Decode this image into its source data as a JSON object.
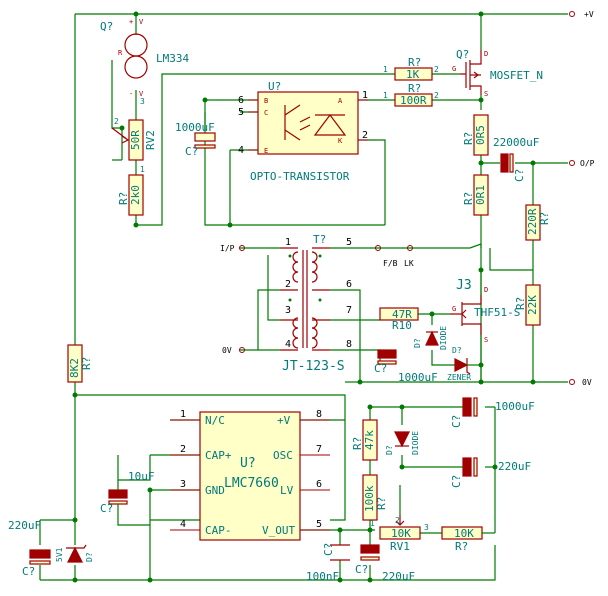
{
  "nets": {
    "vplus": "+V",
    "op": "O/P",
    "zerov": "0V",
    "ip": "I/P",
    "fb": "F/B",
    "lk": "LK"
  },
  "lm334": {
    "ref": "Q?",
    "name": "LM334",
    "p_plus": "+",
    "p_minus": "-",
    "p_r": "R",
    "p_v": "V"
  },
  "rv2": {
    "ref": "RV2",
    "value": "50R",
    "p1": "1",
    "p2": "2",
    "p3": "3"
  },
  "r_top": {
    "ref": "R?",
    "value": "2k0"
  },
  "opto": {
    "ref": "U?",
    "name": "OPTO-TRANSISTOR",
    "pins": [
      "6",
      "5",
      "4",
      "1",
      "2"
    ],
    "letters": [
      "B",
      "C",
      "E",
      "A",
      "K"
    ]
  },
  "c_opto": {
    "ref": "C?",
    "value": "1000uF"
  },
  "r_1k": {
    "ref": "R?",
    "value": "1K",
    "p1": "1",
    "p2": "2"
  },
  "r_100r": {
    "ref": "R?",
    "value": "100R",
    "p1": "1",
    "p2": "2"
  },
  "mosfet": {
    "ref": "Q?",
    "name": "MOSFET_N",
    "g": "G",
    "d": "D",
    "s": "S"
  },
  "r_0r5": {
    "ref": "R?",
    "value": "0R5"
  },
  "r_0r1": {
    "ref": "R?",
    "value": "0R1"
  },
  "c_out": {
    "ref": "C?",
    "value": "22000uF"
  },
  "r_220r": {
    "ref": "R?",
    "value": "220R"
  },
  "r_22k": {
    "ref": "R?",
    "value": "22K"
  },
  "xfmr": {
    "ref": "T?",
    "name": "JT-123-S",
    "pins": [
      "1",
      "2",
      "3",
      "4",
      "5",
      "6",
      "7",
      "8"
    ]
  },
  "r10": {
    "ref": "R10",
    "value": "47R"
  },
  "d_diode": {
    "ref": "D?",
    "value": "DIODE"
  },
  "d_zener": {
    "ref": "D?",
    "value": "ZENER"
  },
  "j3": {
    "ref": "J3",
    "name": "THF51-S",
    "g": "G",
    "d": "D",
    "s": "S"
  },
  "c_1000_mid": {
    "ref": "C?",
    "value": "1000uF"
  },
  "r7": {
    "ref": "R?",
    "value": "8K2"
  },
  "lmc": {
    "ref": "U?",
    "name": "LMC7660",
    "pins": [
      "1",
      "2",
      "3",
      "4",
      "8",
      "7",
      "6",
      "5"
    ],
    "left": [
      "N/C",
      "CAP+",
      "GND",
      "CAP-"
    ],
    "right": [
      "+V",
      "OSC",
      "LV",
      "V_OUT"
    ]
  },
  "c_10u": {
    "ref": "C?",
    "value": "10uF"
  },
  "r_47k": {
    "ref": "R?",
    "value": "47k"
  },
  "d_mid": {
    "ref": "D?",
    "value": "DIODE"
  },
  "r_100k": {
    "ref": "R?",
    "value": "100k"
  },
  "rv1": {
    "ref": "RV1",
    "value": "10K",
    "p1": "1",
    "p2": "2",
    "p3": "3"
  },
  "r_10k": {
    "ref": "R?",
    "value": "10K"
  },
  "c_1000_r": {
    "ref": "C?",
    "value": "1000uF"
  },
  "c_220_r": {
    "ref": "C?",
    "value": "220uF"
  },
  "c_100n": {
    "ref": "C?",
    "value": "100nF"
  },
  "c_220_b": {
    "ref": "C?",
    "value": "220uF"
  },
  "c_220_l": {
    "ref": "C?",
    "value": "220uF"
  },
  "z_5v1": {
    "ref": "D?",
    "value": "5V1"
  }
}
